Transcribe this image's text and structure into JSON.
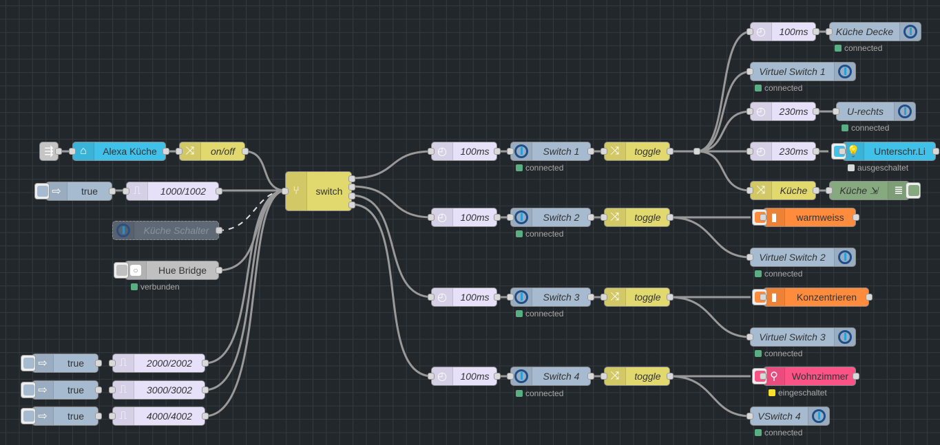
{
  "colors": {
    "canvas": "#22272b",
    "function": "#e2d96e",
    "delay": "#e6e0f8",
    "iobroker": "#a6bbcf",
    "alexa": "#3fc1ea",
    "hue_bridge": "#c0c0c0",
    "hue_sensor": "#87a980",
    "hue_scene": "#ff8c3c",
    "hue_group": "#fc5387",
    "status_connected": "#5aaf82",
    "status_off": "#d9d9d9",
    "status_on": "#f8e02a"
  },
  "nodes": {
    "alexa_inject": {
      "icon": "alexa-arrow-icon",
      "label": ""
    },
    "alexa_kueche": {
      "icon": "alexa-home-icon",
      "label": "Alexa Küche"
    },
    "onoff": {
      "icon": "shuffle-icon",
      "label": "on/off"
    },
    "inject1": {
      "icon": "arrow-right-icon",
      "label": "true"
    },
    "trigger1": {
      "icon": "pulse-icon",
      "label": "1000/1002"
    },
    "kueche_schalter": {
      "icon": "iobroker-icon",
      "label": "Küche Schalter",
      "disabled": true
    },
    "hue_bridge": {
      "icon": "hue-bridge-icon",
      "label": "Hue Bridge",
      "status": "verbunden"
    },
    "inject2": {
      "icon": "arrow-right-icon",
      "label": "true"
    },
    "trigger2": {
      "icon": "pulse-icon",
      "label": "2000/2002"
    },
    "inject3": {
      "icon": "arrow-right-icon",
      "label": "true"
    },
    "trigger3": {
      "icon": "pulse-icon",
      "label": "3000/3002"
    },
    "inject4": {
      "icon": "arrow-right-icon",
      "label": "true"
    },
    "trigger4": {
      "icon": "pulse-icon",
      "label": "4000/4002"
    },
    "switch": {
      "icon": "switch-icon",
      "label": "switch"
    },
    "delay_s1": {
      "icon": "timer-icon",
      "label": "100ms"
    },
    "switch1": {
      "icon": "iobroker-icon",
      "label": "Switch 1",
      "status": "connected"
    },
    "toggle1": {
      "icon": "shuffle-icon",
      "label": "toggle"
    },
    "delay_s2": {
      "icon": "timer-icon",
      "label": "100ms"
    },
    "switch2": {
      "icon": "iobroker-icon",
      "label": "Switch 2",
      "status": "connected"
    },
    "toggle2": {
      "icon": "shuffle-icon",
      "label": "toggle"
    },
    "delay_s3": {
      "icon": "timer-icon",
      "label": "100ms"
    },
    "switch3": {
      "icon": "iobroker-icon",
      "label": "Switch 3",
      "status": "connected"
    },
    "toggle3": {
      "icon": "shuffle-icon",
      "label": "toggle"
    },
    "delay_s4": {
      "icon": "timer-icon",
      "label": "100ms"
    },
    "switch4": {
      "icon": "iobroker-icon",
      "label": "Switch 4",
      "status": "connected"
    },
    "toggle4": {
      "icon": "shuffle-icon",
      "label": "toggle"
    },
    "delay_kd": {
      "icon": "timer-icon",
      "label": "100ms"
    },
    "kueche_decke": {
      "icon": "iobroker-icon",
      "label": "Küche Decke",
      "status": "connected"
    },
    "virtuel1": {
      "icon": "iobroker-icon",
      "label": "Virtuel Switch 1",
      "status": "connected"
    },
    "delay_ur": {
      "icon": "timer-icon",
      "label": "230ms"
    },
    "u_rechts": {
      "icon": "iobroker-icon",
      "label": "U-rechts",
      "status": "connected"
    },
    "delay_ul": {
      "icon": "timer-icon",
      "label": "230ms"
    },
    "unterschr": {
      "icon": "hue-bulb-icon",
      "label": "Unterschr.Li",
      "status": "ausgeschaltet"
    },
    "kueche_func": {
      "icon": "shuffle-icon",
      "label": "Küche"
    },
    "kueche_out": {
      "icon": "list-icon",
      "label": "Küche ⇲"
    },
    "warmweiss": {
      "icon": "scene-icon",
      "label": "warmweiss"
    },
    "virtuel2": {
      "icon": "iobroker-icon",
      "label": "Virtuel Switch 2",
      "status": "connected"
    },
    "konzentrieren": {
      "icon": "scene-icon",
      "label": "Konzentrieren"
    },
    "virtuel3": {
      "icon": "iobroker-icon",
      "label": "Virtuel Switch 3",
      "status": "connected"
    },
    "wohnzimmer": {
      "icon": "hue-group-icon",
      "label": "Wohnzimmer",
      "status": "eingeschaltet"
    },
    "vswitch4": {
      "icon": "iobroker-icon",
      "label": "VSwitch 4",
      "status": "connected"
    }
  }
}
